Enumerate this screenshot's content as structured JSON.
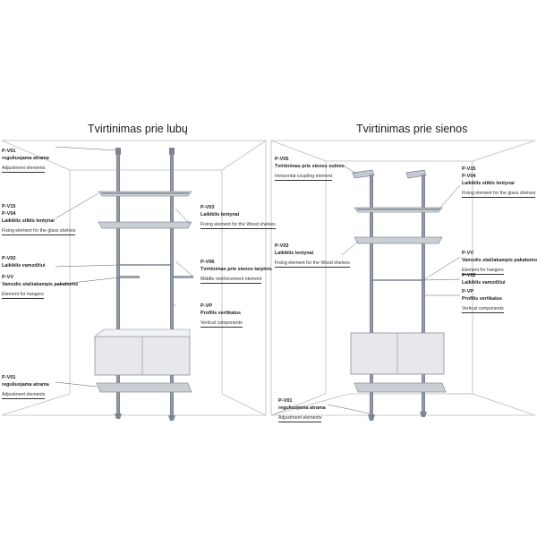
{
  "panels": {
    "left": {
      "title": "Tvirtinimas prie lubų",
      "labels": [
        {
          "id": "pv01_top",
          "code": "P-V01",
          "lt": "reguliuojama atrama",
          "en": "Adjustment elements"
        },
        {
          "id": "pv15",
          "code": "P-V15",
          "code2": "P-V04",
          "lt": "Laikiklis stiklo lentynai",
          "en": "Fixing element for the glass shelves"
        },
        {
          "id": "pv02",
          "code": "P-V02",
          "lt": "Laikiklis vamzdžiui",
          "en": ""
        },
        {
          "id": "pvv",
          "code": "P-VV",
          "lt": "Vamzdis stačiakampis pakaboms",
          "en": "Element for hangers"
        },
        {
          "id": "pv01_bottom",
          "code": "P-V01",
          "lt": "reguliuojama atrama",
          "en": "Adjustment elements"
        },
        {
          "id": "pv03",
          "code": "P-V03",
          "lt": "Laikiklis lentynai",
          "en": "Fixing element for the Wood shelves"
        },
        {
          "id": "pv06",
          "code": "P-V06",
          "lt": "Tvirtinimas prie sienos tarpinis",
          "en": "Middle reinforcement element"
        },
        {
          "id": "pvp",
          "code": "P-VP",
          "lt": "Profilis vertikalus",
          "en": "Vertical components"
        }
      ]
    },
    "right": {
      "title": "Tvirtinimas prie sienos",
      "labels": [
        {
          "id": "pv05",
          "code": "P-V05",
          "lt": "Tvirtinimas prie sienos sutinis",
          "en": "Horizontal coupling element"
        },
        {
          "id": "pv03",
          "code": "P-V03",
          "lt": "Laikiklis lentynai",
          "en": "Fixing element for the Wood shelves"
        },
        {
          "id": "pv15",
          "code": "P-V15",
          "code2": "P-V04",
          "lt": "Laikiklis stiklo lentynai",
          "en": "Fixing element for the glass shelves"
        },
        {
          "id": "pvv",
          "code": "P-VV",
          "lt": "Vamzdis stačiakampis pakaboms",
          "en": "Element for hangers"
        },
        {
          "id": "pv02",
          "code": "P-V02",
          "lt": "Laikiklis vamzdžiui",
          "en": ""
        },
        {
          "id": "pvp",
          "code": "P-VP",
          "lt": "Profilis vertikalus",
          "en": "Vertical components"
        },
        {
          "id": "pv01",
          "code": "P-V01",
          "lt": "reguliuojama atrama",
          "en": "Adjustment elements"
        }
      ]
    }
  },
  "colors": {
    "room_line": "#b9bcbf",
    "profile": "#7d8591",
    "profile_light": "#c4c9d0",
    "shelf": "#c9ced5",
    "cabinet": "#e6e8eb",
    "leader": "#5a5f66"
  }
}
